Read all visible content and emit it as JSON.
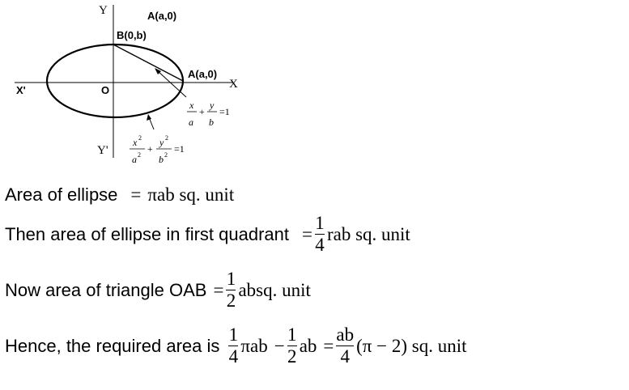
{
  "figure": {
    "labels": {
      "y": "Y",
      "y_neg": "Y'",
      "x": "X",
      "x_neg": "X'",
      "origin": "O",
      "a_top": "A(a,0)",
      "b_point": "B(0,b)",
      "a_point": "A(a,0)"
    },
    "line_equation": {
      "x": "x",
      "a": "a",
      "y": "y",
      "b": "b",
      "plus": "+",
      "eq": "=1"
    },
    "ellipse_equation": {
      "x2": "x",
      "a2": "a",
      "y2": "y",
      "b2": "b",
      "sup": "2",
      "plus": "+",
      "eq": "=1"
    }
  },
  "lines": {
    "l1": {
      "text": "Area of ellipse",
      "eq": "=",
      "rhs": "πab sq. unit"
    },
    "l2": {
      "text": "Then area of ellipse in first quadrant",
      "eq": "=",
      "num": "1",
      "den": "4",
      "rhs": "rab sq. unit"
    },
    "l3": {
      "text": "Now area of triangle OAB",
      "eq": "=",
      "num": "1",
      "den": "2",
      "rhs": "absq. unit"
    },
    "l4": {
      "text": "Hence, the required area is",
      "f1_num": "1",
      "f1_den": "4",
      "t1": "πab",
      "minus": "−",
      "f2_num": "1",
      "f2_den": "2",
      "t2": "ab",
      "eq": "=",
      "f3_num": "ab",
      "f3_den": "4",
      "tail": "(π − 2) sq. unit"
    }
  }
}
